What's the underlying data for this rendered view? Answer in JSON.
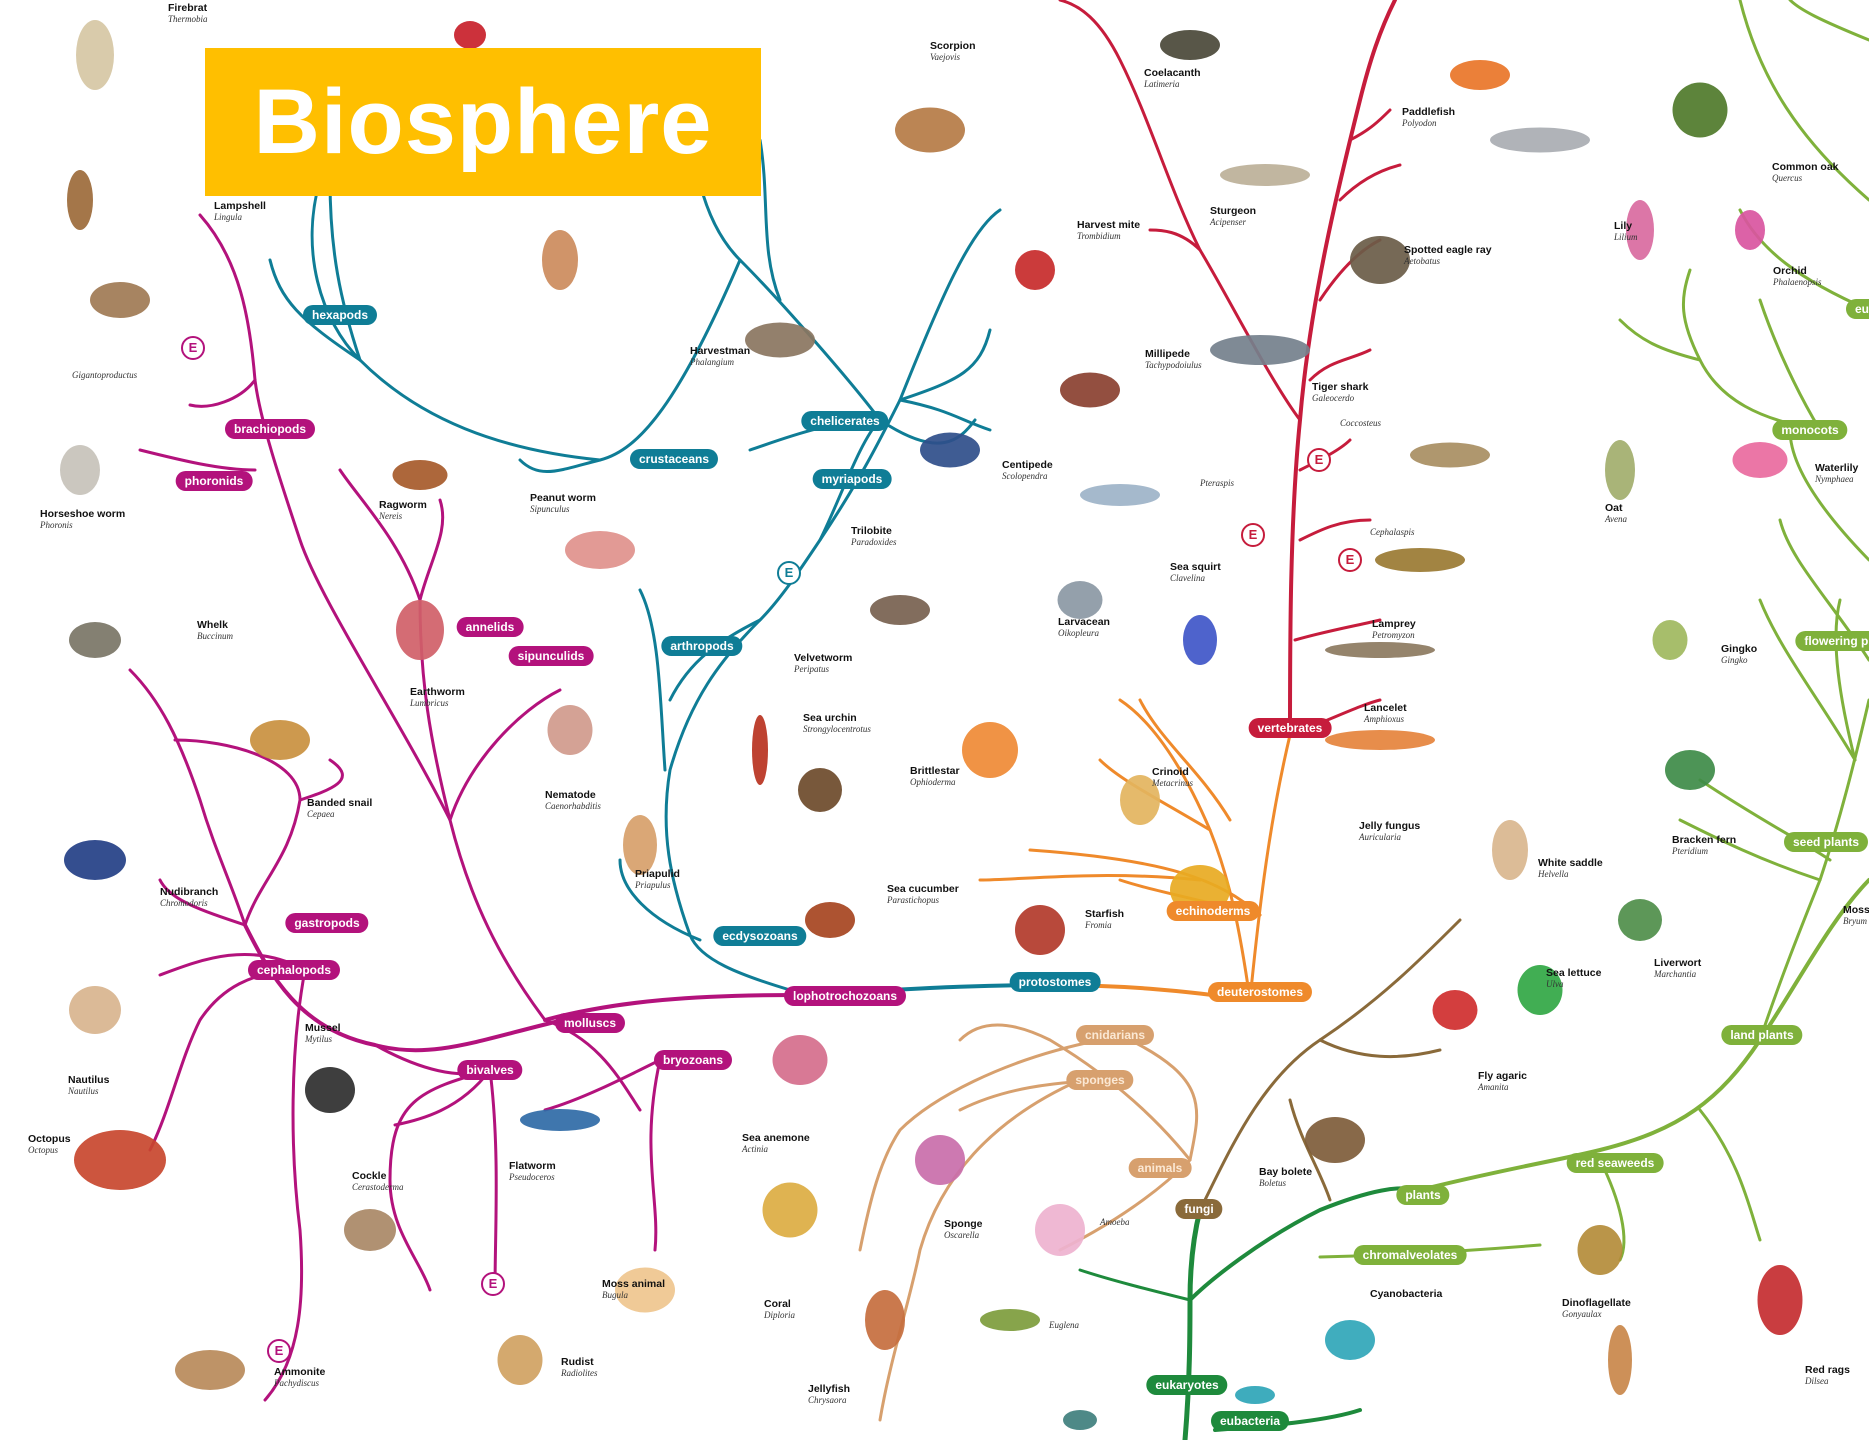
{
  "title": "Biosphere",
  "colors": {
    "molluscs_group": "#b3127c",
    "arthropods_group": "#0f7d96",
    "vertebrates_group": "#c61c3c",
    "echinoderms_group": "#ef8a2b",
    "animals_group": "#d7a06e",
    "fungi_group": "#8a6a3a",
    "plants_group": "#7fb13b",
    "eukaryotes_group": "#1e8a3c",
    "title_bg": "#ffbf00"
  },
  "clades": [
    {
      "id": "hexapods",
      "label": "hexapods",
      "group": "arthropods_group"
    },
    {
      "id": "brachiopods",
      "label": "brachiopods",
      "group": "molluscs_group"
    },
    {
      "id": "phoronids",
      "label": "phoronids",
      "group": "molluscs_group"
    },
    {
      "id": "crustaceans",
      "label": "crustaceans",
      "group": "arthropods_group"
    },
    {
      "id": "chelicerates",
      "label": "chelicerates",
      "group": "arthropods_group"
    },
    {
      "id": "myriapods",
      "label": "myriapods",
      "group": "arthropods_group"
    },
    {
      "id": "annelids",
      "label": "annelids",
      "group": "molluscs_group"
    },
    {
      "id": "sipunculids",
      "label": "sipunculids",
      "group": "molluscs_group"
    },
    {
      "id": "arthropods",
      "label": "arthropods",
      "group": "arthropods_group"
    },
    {
      "id": "vertebrates",
      "label": "vertebrates",
      "group": "vertebrates_group"
    },
    {
      "id": "gastropods",
      "label": "gastropods",
      "group": "molluscs_group"
    },
    {
      "id": "cephalopods",
      "label": "cephalopods",
      "group": "molluscs_group"
    },
    {
      "id": "ecdysozoans",
      "label": "ecdysozoans",
      "group": "arthropods_group"
    },
    {
      "id": "echinoderms",
      "label": "echinoderms",
      "group": "echinoderms_group"
    },
    {
      "id": "protostomes",
      "label": "protostomes",
      "group": "arthropods_group"
    },
    {
      "id": "lophotrochozoans",
      "label": "lophotrochozoans",
      "group": "molluscs_group"
    },
    {
      "id": "deuterostomes",
      "label": "deuterostomes",
      "group": "echinoderms_group"
    },
    {
      "id": "molluscs",
      "label": "molluscs",
      "group": "molluscs_group"
    },
    {
      "id": "bivalves",
      "label": "bivalves",
      "group": "molluscs_group"
    },
    {
      "id": "bryozoans",
      "label": "bryozoans",
      "group": "molluscs_group"
    },
    {
      "id": "cnidarians",
      "label": "cnidarians",
      "group": "animals_group"
    },
    {
      "id": "sponges",
      "label": "sponges",
      "group": "animals_group"
    },
    {
      "id": "animals",
      "label": "animals",
      "group": "animals_group"
    },
    {
      "id": "fungi",
      "label": "fungi",
      "group": "fungi_group"
    },
    {
      "id": "plants",
      "label": "plants",
      "group": "plants_group"
    },
    {
      "id": "chromalveolates",
      "label": "chromalveolates",
      "group": "plants_group"
    },
    {
      "id": "eukaryotes",
      "label": "eukaryotes",
      "group": "eukaryotes_group"
    },
    {
      "id": "eubacteria",
      "label": "eubacteria",
      "group": "eukaryotes_group"
    },
    {
      "id": "monocots",
      "label": "monocots",
      "group": "plants_group"
    },
    {
      "id": "flowering_plants",
      "label": "flowering pl",
      "group": "plants_group"
    },
    {
      "id": "seed_plants",
      "label": "seed plants",
      "group": "plants_group"
    },
    {
      "id": "land_plants",
      "label": "land plants",
      "group": "plants_group"
    },
    {
      "id": "red_seaweeds",
      "label": "red seaweeds",
      "group": "plants_group"
    },
    {
      "id": "eu_partial",
      "label": "eu",
      "group": "plants_group"
    }
  ],
  "organisms": [
    {
      "name": "Firebrat",
      "sci": "Thermobia"
    },
    {
      "name": "Lampshell",
      "sci": "Lingula"
    },
    {
      "name": "",
      "sci": "Gigantoproductus"
    },
    {
      "name": "Horseshoe worm",
      "sci": "Phoronis"
    },
    {
      "name": "Whelk",
      "sci": "Buccinum"
    },
    {
      "name": "Banded snail",
      "sci": "Cepaea"
    },
    {
      "name": "Nudibranch",
      "sci": "Chromodoris"
    },
    {
      "name": "Nautilus",
      "sci": "Nautilus"
    },
    {
      "name": "Octopus",
      "sci": "Octopus"
    },
    {
      "name": "Ammonite",
      "sci": "Pachydiscus"
    },
    {
      "name": "Mussel",
      "sci": "Mytilus"
    },
    {
      "name": "Cockle",
      "sci": "Cerastoderma"
    },
    {
      "name": "Flatworm",
      "sci": "Pseudoceros"
    },
    {
      "name": "Rudist",
      "sci": "Radiolites"
    },
    {
      "name": "Moss animal",
      "sci": "Bugula"
    },
    {
      "name": "Ragworm",
      "sci": "Nereis"
    },
    {
      "name": "Earthworm",
      "sci": "Lumbricus"
    },
    {
      "name": "Peanut worm",
      "sci": "Sipunculus"
    },
    {
      "name": "Nematode",
      "sci": "Caenorhabditis"
    },
    {
      "name": "Priapulid",
      "sci": "Priapulus"
    },
    {
      "name": "Harvestman",
      "sci": "Phalangium"
    },
    {
      "name": "Scorpion",
      "sci": "Vaejovis"
    },
    {
      "name": "Harvest mite",
      "sci": "Trombidium"
    },
    {
      "name": "Millipede",
      "sci": "Tachypodoiulus"
    },
    {
      "name": "Centipede",
      "sci": "Scolopendra"
    },
    {
      "name": "Trilobite",
      "sci": "Paradoxides"
    },
    {
      "name": "Velvetworm",
      "sci": "Peripatus"
    },
    {
      "name": "Sea urchin",
      "sci": "Strongylocentrotus"
    },
    {
      "name": "Brittlestar",
      "sci": "Ophioderma"
    },
    {
      "name": "Sea cucumber",
      "sci": "Parastichopus"
    },
    {
      "name": "Starfish",
      "sci": "Fromia"
    },
    {
      "name": "Crinoid",
      "sci": "Metacrinus"
    },
    {
      "name": "Larvacean",
      "sci": "Oikopleura"
    },
    {
      "name": "Sea squirt",
      "sci": "Clavelina"
    },
    {
      "name": "",
      "sci": "Pteraspis"
    },
    {
      "name": "Coelacanth",
      "sci": "Latimeria"
    },
    {
      "name": "Paddlefish",
      "sci": "Polyodon"
    },
    {
      "name": "Sturgeon",
      "sci": "Acipenser"
    },
    {
      "name": "Spotted eagle ray",
      "sci": "Aetobatus"
    },
    {
      "name": "Tiger shark",
      "sci": "Galeocerdo"
    },
    {
      "name": "",
      "sci": "Coccosteus"
    },
    {
      "name": "",
      "sci": "Cephalaspis"
    },
    {
      "name": "Lamprey",
      "sci": "Petromyzon"
    },
    {
      "name": "Lancelet",
      "sci": "Amphioxus"
    },
    {
      "name": "Jelly fungus",
      "sci": "Auricularia"
    },
    {
      "name": "White saddle",
      "sci": "Helvella"
    },
    {
      "name": "Fly agaric",
      "sci": "Amanita"
    },
    {
      "name": "Bay bolete",
      "sci": "Boletus"
    },
    {
      "name": "Sea anemone",
      "sci": "Actinia"
    },
    {
      "name": "Coral",
      "sci": "Diploria"
    },
    {
      "name": "Jellyfish",
      "sci": "Chrysaora"
    },
    {
      "name": "Sponge",
      "sci": "Oscarella"
    },
    {
      "name": "",
      "sci": "Amoeba"
    },
    {
      "name": "",
      "sci": "Euglena"
    },
    {
      "name": "Cyanobacteria",
      "sci": ""
    },
    {
      "name": "Dinoflagellate",
      "sci": "Gonyaulax"
    },
    {
      "name": "Sea lettuce",
      "sci": "Ulva"
    },
    {
      "name": "Liverwort",
      "sci": "Marchantia"
    },
    {
      "name": "Bracken fern",
      "sci": "Pteridium"
    },
    {
      "name": "Gingko",
      "sci": "Gingko"
    },
    {
      "name": "Oat",
      "sci": "Avena"
    },
    {
      "name": "Waterlily",
      "sci": "Nymphaea"
    },
    {
      "name": "Lily",
      "sci": "Lilium"
    },
    {
      "name": "Orchid",
      "sci": "Phalaenopsis"
    },
    {
      "name": "Common oak",
      "sci": "Quercus"
    },
    {
      "name": "Red rags",
      "sci": "Dilsea"
    },
    {
      "name": "Moss",
      "sci": "Bryum"
    }
  ],
  "extinct_marker": "E"
}
